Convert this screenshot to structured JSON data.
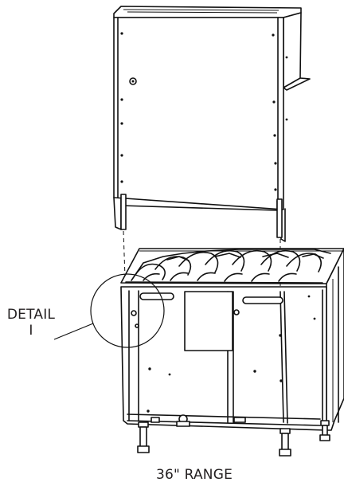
{
  "callout": {
    "line1": "DETAIL",
    "line2": "I"
  },
  "caption": "36\" RANGE",
  "colors": {
    "ink": "#111111",
    "background": "#ffffff"
  }
}
